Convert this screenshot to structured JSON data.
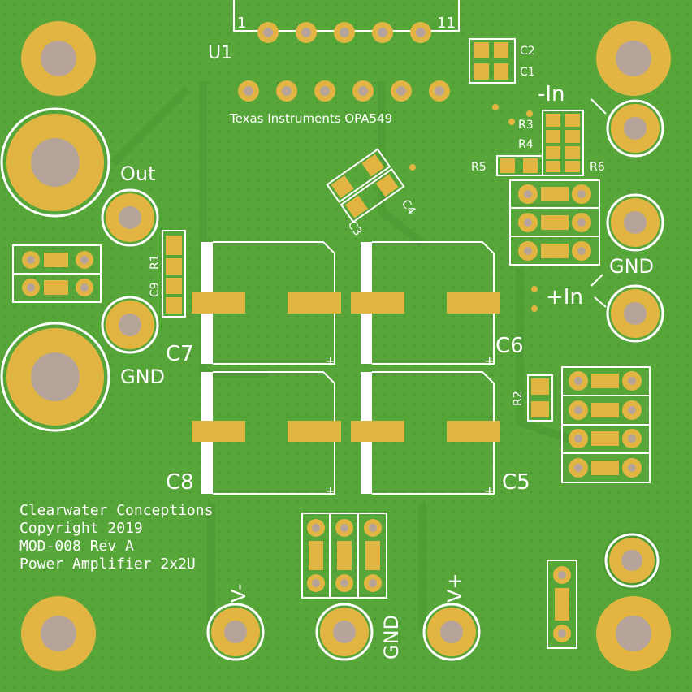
{
  "board": {
    "colors": {
      "soldermask": "#57a63a",
      "soldermask_dark": "#4c9a33",
      "copper_pad": "#e2b542",
      "drill": "#b6a49a",
      "silkscreen": "#ffffff"
    },
    "ic": {
      "ref": "U1",
      "pin_first": "1",
      "pin_last": "11",
      "part_label": "Texas Instruments OPA549"
    },
    "connectors": {
      "out": "Out",
      "gnd_left": "GND",
      "minus_in": "-In",
      "gnd_right": "GND",
      "plus_in": "+In",
      "v_minus": "V-",
      "gnd_bottom": "GND",
      "v_plus": "V+"
    },
    "refdes": {
      "c1": "C1",
      "c2": "C2",
      "c3": "C3",
      "c4": "C4",
      "c5": "C5",
      "c6": "C6",
      "c7": "C7",
      "c8": "C8",
      "c9": "C9",
      "r1": "R1",
      "r2": "R2",
      "r3": "R3",
      "r4": "R4",
      "r5": "R5",
      "r6": "R6",
      "cap_polarity": "+"
    },
    "info": {
      "line1": "Clearwater Conceptions",
      "line2": "Copyright 2019",
      "line3": "MOD-008 Rev A",
      "line4": "Power Amplifier 2x2U"
    }
  }
}
